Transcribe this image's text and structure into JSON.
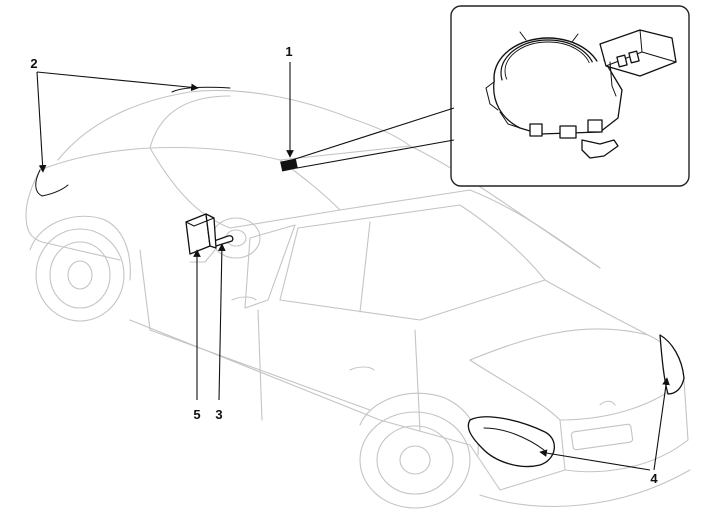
{
  "callouts": {
    "c1": "1",
    "c2": "2",
    "c3": "3",
    "c4": "4",
    "c5": "5"
  },
  "colors": {
    "outline": "#c4c4c4",
    "parts": "#111111",
    "background": "#ffffff"
  }
}
